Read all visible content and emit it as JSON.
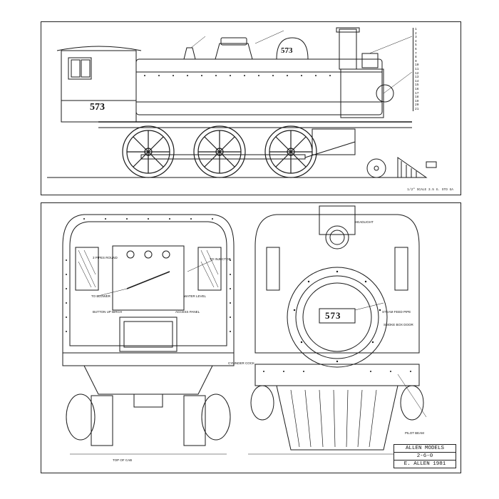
{
  "locomotive": {
    "number": "573",
    "wheel_arrangement": "2-6-0"
  },
  "title_block": {
    "company": "ALLEN MODELS",
    "arrangement": "2-6-0",
    "author_line": "E. ALLEN 1981"
  },
  "side_view": {
    "scale_note": "1/2\" SCALE 3.5 G. STD GA",
    "part_list": [
      "1",
      "2",
      "3",
      "4",
      "5",
      "6",
      "7",
      "8",
      "9",
      "10",
      "11",
      "12",
      "13",
      "14",
      "15",
      "16",
      "17",
      "18",
      "19",
      "20",
      "21"
    ]
  },
  "rear_view": {
    "notes": [
      "3 PIPES ROUND",
      "TO INJECTOR",
      "TO BLOWER",
      "BUTTON UP BIRCH",
      "ACCESS PANEL",
      "WATER LEVEL",
      "TOP OF CAB"
    ]
  },
  "front_view": {
    "notes": [
      "STEAM FEED PIPE",
      "HEADLIGHT",
      "SMOKE BOX DOOR",
      "CYLINDER COCK",
      "PILOT BEAM"
    ]
  },
  "colors": {
    "ink": "#1a1a1a",
    "paper": "#ffffff"
  }
}
